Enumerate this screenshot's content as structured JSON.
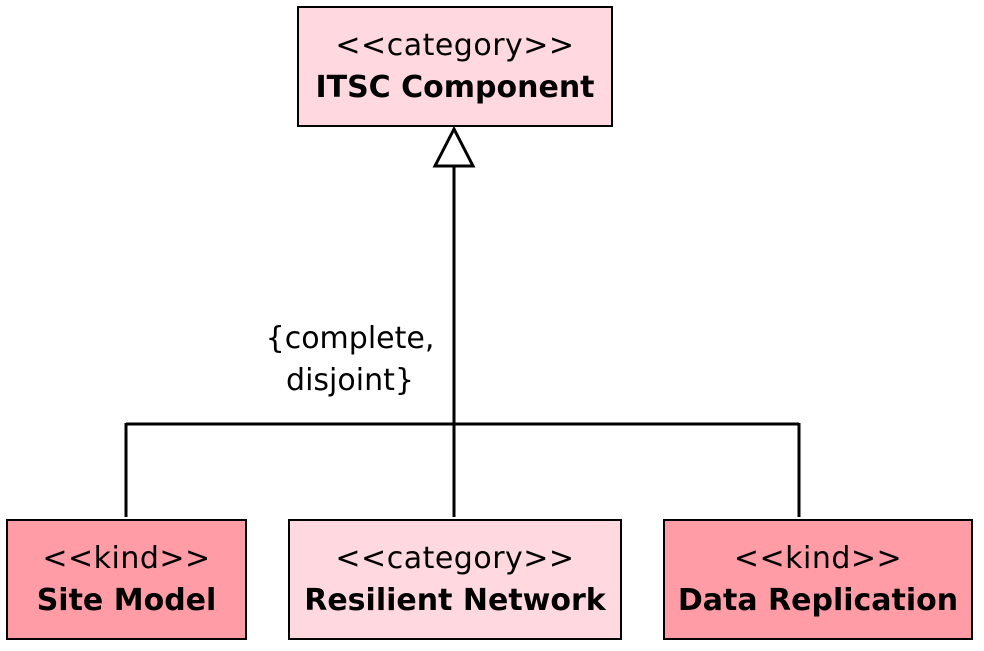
{
  "colors": {
    "category_fill": "#ffd9df",
    "kind_fill": "#ff9ca6",
    "stroke": "#000000",
    "background": "#ffffff"
  },
  "classes": {
    "itsc_component": {
      "stereotype": "<<category>>",
      "name": "ITSC Component"
    },
    "site_model": {
      "stereotype": "<<kind>>",
      "name": "Site Model"
    },
    "resilient_network": {
      "stereotype": "<<category>>",
      "name": "Resilient Network"
    },
    "data_replication": {
      "stereotype": "<<kind>>",
      "name": "Data Replication"
    }
  },
  "generalization_set": {
    "constraint_line1": "{complete,",
    "constraint_line2": "disjoint}"
  }
}
